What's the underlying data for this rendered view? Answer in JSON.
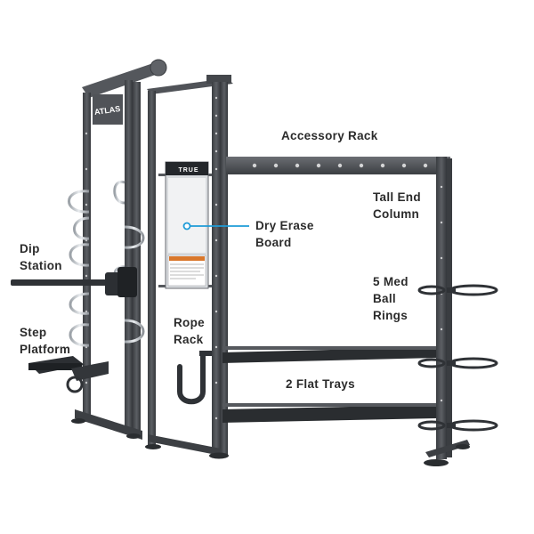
{
  "brand": {
    "tower_logo": "ATLAS",
    "board_logo": "TRUE"
  },
  "callouts": {
    "accessory_rack": "Accessory Rack",
    "tall_end_column": {
      "line1": "Tall End",
      "line2": "Column"
    },
    "dry_erase_board": {
      "line1": "Dry Erase",
      "line2": "Board"
    },
    "dip_station": {
      "line1": "Dip",
      "line2": "Station"
    },
    "med_ball_rings": {
      "line1": "5 Med",
      "line2": "Ball",
      "line3": "Rings"
    },
    "rope_rack": {
      "line1": "Rope",
      "line2": "Rack"
    },
    "step_platform": {
      "line1": "Step",
      "line2": "Platform"
    },
    "flat_trays": "2 Flat Trays"
  },
  "colors": {
    "frame": "#4a4d52",
    "frame_dark": "#2f3236",
    "frame_light": "#6b6e73",
    "accent": "#1e9bd7",
    "board": "#f1f2f3",
    "label_text": "#2b2b2b",
    "warning": "#d9772b"
  }
}
